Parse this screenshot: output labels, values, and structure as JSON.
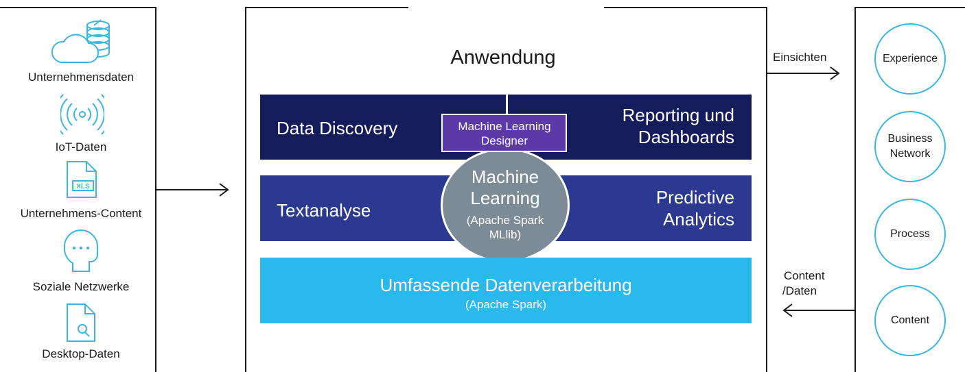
{
  "sources": [
    {
      "label": "Unternehmensdaten",
      "icon": "cloud-database-icon"
    },
    {
      "label": "IoT-Daten",
      "icon": "wireless-signal-icon"
    },
    {
      "label": "Unternehmens-Content",
      "icon": "xls-file-icon"
    },
    {
      "label": "Soziale Netzwerke",
      "icon": "social-head-icon"
    },
    {
      "label": "Desktop-Daten",
      "icon": "file-search-icon"
    }
  ],
  "application": {
    "title": "Anwendung",
    "data_discovery": "Data Discovery",
    "reporting": "Reporting und Dashboards",
    "ml_designer": "Machine Learning Designer",
    "textanalyse": "Textanalyse",
    "predictive": "Predictive Analytics",
    "ml_circle_main": "Machine Learning",
    "ml_circle_sub": "(Apache Spark MLlib)",
    "processing_main": "Umfassende Datenverarbeitung",
    "processing_sub": "(Apache Spark)"
  },
  "arrows": {
    "insights": "Einsichten",
    "content_data_1": "Content",
    "content_data_2": "/Daten"
  },
  "targets": [
    "Experience",
    "Business Network",
    "Process",
    "Content"
  ],
  "colors": {
    "dark_navy": "#141c5c",
    "mid_blue": "#2b3990",
    "purple": "#5b3aa8",
    "gray_circle": "#7d8b96",
    "cyan": "#29b9ec",
    "icon_blue": "#39b6e4"
  }
}
